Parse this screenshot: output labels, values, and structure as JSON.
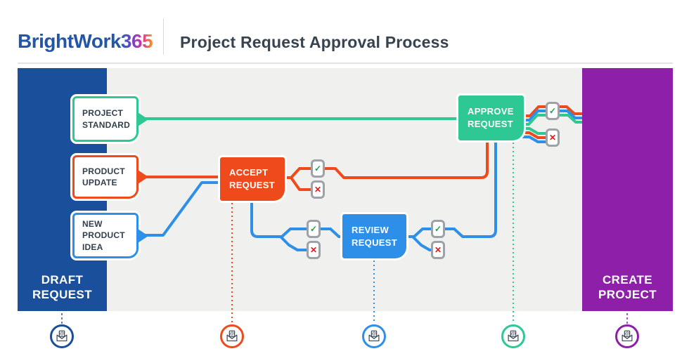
{
  "header": {
    "logo": {
      "brand": "BrightWork",
      "suffix": "365"
    },
    "title": "Project Request Approval Process"
  },
  "lanes": {
    "draft": {
      "line1": "DRAFT",
      "line2": "REQUEST"
    },
    "create": {
      "line1": "CREATE",
      "line2": "PROJECT"
    }
  },
  "inputs": [
    {
      "line1": "PROJECT",
      "line2": "STANDARD",
      "line3": ""
    },
    {
      "line1": "PRODUCT",
      "line2": "UPDATE",
      "line3": ""
    },
    {
      "line1": "NEW",
      "line2": "PRODUCT",
      "line3": "IDEA"
    }
  ],
  "steps": [
    {
      "line1": "ACCEPT",
      "line2": "REQUEST"
    },
    {
      "line1": "REVIEW",
      "line2": "REQUEST"
    },
    {
      "line1": "APPROVE",
      "line2": "REQUEST"
    }
  ],
  "decisions": {
    "approve_glyph": "✓",
    "reject_glyph": "✕"
  },
  "notifications": {
    "at_symbol": "@"
  },
  "colors": {
    "brand_navy": "#2356A7",
    "lane_draft_blue": "#1A4F9B",
    "lane_create_purple": "#8E1FA8",
    "green": "#2DC893",
    "orange": "#EF4A1C",
    "blue": "#2E8FE8",
    "check_green": "#1C9E57",
    "cross_red": "#DF1A1A",
    "canvas_gray": "#F0F0EE",
    "text_navy": "#37434F"
  }
}
